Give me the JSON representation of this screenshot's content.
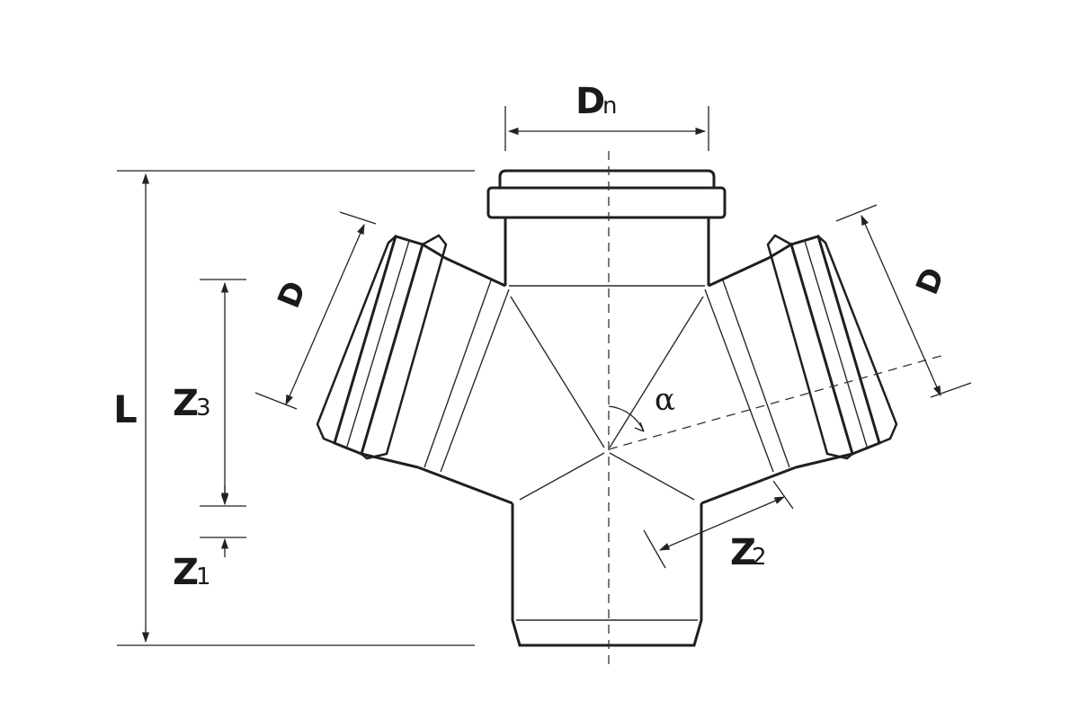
{
  "labels": {
    "dn_main": "D",
    "dn_sub": "n",
    "d_left": "D",
    "d_right": "D",
    "length": "L",
    "z3_main": "Z",
    "z3_sub": "3",
    "z1_main": "Z",
    "z1_sub": "1",
    "z2_main": "Z",
    "z2_sub": "2",
    "angle": "α"
  },
  "colors": {
    "line": "#1f1f1f",
    "background": "#ffffff"
  }
}
